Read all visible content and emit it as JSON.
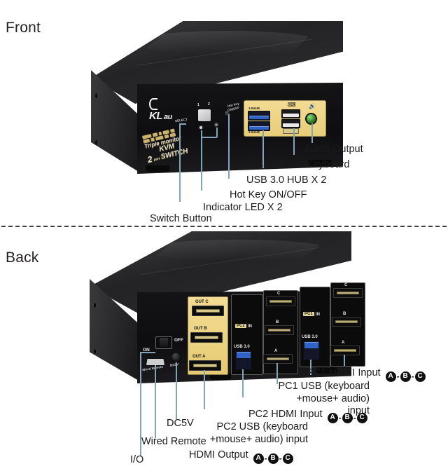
{
  "page": {
    "title": "CKL au 2-Port Triple Monitor KVM Switch — Front and Back panel diagram",
    "accent_leader_color": "#7fa6b8",
    "panel_yellow": "#edd489",
    "body_black": "#141416"
  },
  "sections": {
    "front_title": "Front",
    "back_title": "Back"
  },
  "front": {
    "brand": {
      "logo": "CKL au",
      "logo_c": "C",
      "logo_kl": "KL",
      "logo_au": "au",
      "silk_line1": "Triple monitor",
      "silk_line2": "KVM SWITCH",
      "silk_port_count": "2",
      "silk_port_suffix": "port"
    },
    "panel": {
      "select_label": "SELECT",
      "led_1": "1",
      "led_2": "2",
      "hotkey_label_line1": "Hot Key",
      "hotkey_label_line2": "ON/OFF",
      "usb_hub_top_label": "3.0HUB",
      "usb_hub_bottom_label": "3.0HUB",
      "usb_km_label": "KM",
      "keyboard_icon": "keyboard-icon",
      "speaker_icon": "speaker-icon"
    },
    "callouts": [
      {
        "id": "audio-output",
        "text": "Audio Output"
      },
      {
        "id": "usb-mouse-keyboard",
        "text": "USB Mouse Keyboard"
      },
      {
        "id": "usb-30-hub",
        "text": "USB 3.0 HUB X 2"
      },
      {
        "id": "hot-key-onoff",
        "text": "Hot Key ON/OFF"
      },
      {
        "id": "indicator-led",
        "text": "Indicator LED X 2"
      },
      {
        "id": "switch-button",
        "text": "Switch Button"
      }
    ]
  },
  "back": {
    "panel": {
      "power_on": "ON",
      "power_off": "OFF",
      "dc_label": "DC5V",
      "remote_label": "Wired Remote",
      "out_c": "OUT C",
      "out_b": "OUT B",
      "out_a": "OUT A",
      "pc2_in": "PC2",
      "pc1_in": "PC1",
      "in_suffix": "IN",
      "usb30_label": "USB 3.0",
      "hdmi_port_a": "A",
      "hdmi_port_b": "B",
      "hdmi_port_c": "C"
    },
    "callouts": [
      {
        "id": "pc1-hdmi-input",
        "text": "PC1 HDMI Input",
        "badges": [
          "A",
          "B",
          "C"
        ]
      },
      {
        "id": "pc1-usb-input",
        "text_line1": "PC1 USB (keyboard",
        "text_line2": "+mouse+ audio) input"
      },
      {
        "id": "pc2-hdmi-input",
        "text": "PC2 HDMI Input",
        "badges": [
          "A",
          "B",
          "C"
        ]
      },
      {
        "id": "pc2-usb-input",
        "text_line1": "PC2 USB (keyboard",
        "text_line2": "+mouse+ audio) input"
      },
      {
        "id": "hdmi-output",
        "text": "HDMI Output",
        "badges": [
          "A",
          "B",
          "C"
        ]
      },
      {
        "id": "dc5v",
        "text": "DC5V"
      },
      {
        "id": "wired-remote",
        "text": "Wired Remote"
      },
      {
        "id": "io",
        "text": "I/O"
      }
    ]
  }
}
